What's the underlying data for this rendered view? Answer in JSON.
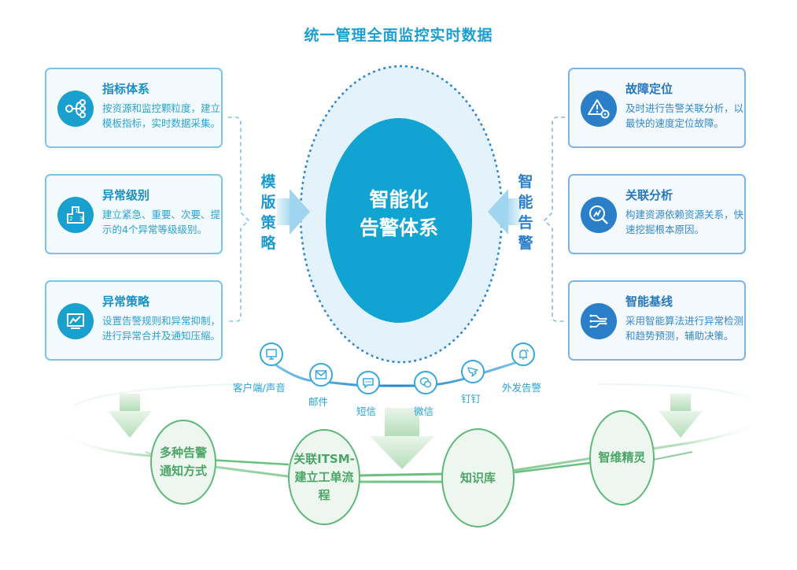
{
  "title": "统一管理全面监控实时数据",
  "colors": {
    "teal_primary": "#1aa0cf",
    "blue_primary": "#2a7fc8",
    "center_fill": "#11a3d1",
    "halo_fill": "#e4f3fb",
    "green_node": "#5fb877",
    "green_fill": "#eef7ef"
  },
  "left_cards": [
    {
      "title": "指标体系",
      "desc": "按资源和监控颗粒度，建立模板指标，实时数据采集。",
      "icon": "hierarchy-icon"
    },
    {
      "title": "异常级别",
      "desc": "建立紧急、重要、次要、提示的4个异常等级级别。",
      "icon": "podium-icon"
    },
    {
      "title": "异常策略",
      "desc": "设置告警规则和异常抑制，进行异常合并及通知压缩。",
      "icon": "monitor-chart-icon"
    }
  ],
  "right_cards": [
    {
      "title": "故障定位",
      "desc": "及时进行告警关联分析，以最快的速度定位故障。",
      "icon": "warning-gear-icon"
    },
    {
      "title": "关联分析",
      "desc": "构建资源依赖资源关系，快速挖掘根本原因。",
      "icon": "magnifier-trend-icon"
    },
    {
      "title": "智能基线",
      "desc": "采用智能算法进行异常检测和趋势预测，辅助决策。",
      "icon": "branching-lines-icon"
    }
  ],
  "left_vertical_label": [
    "模",
    "版",
    "策",
    "略"
  ],
  "right_vertical_label": [
    "智",
    "能",
    "告",
    "警"
  ],
  "center": {
    "line1": "智能化",
    "line2": "告警体系"
  },
  "channels": [
    {
      "label": "客户端/声音",
      "icon": "desktop-icon"
    },
    {
      "label": "邮件",
      "icon": "mail-icon"
    },
    {
      "label": "短信",
      "icon": "sms-icon"
    },
    {
      "label": "微信",
      "icon": "wechat-icon"
    },
    {
      "label": "钉钉",
      "icon": "dingtalk-icon"
    },
    {
      "label": "外发告警",
      "icon": "bell-icon"
    }
  ],
  "bottom_nodes": [
    {
      "line1": "多种告警",
      "line2": "通知方式"
    },
    {
      "line1": "关联ITSM-",
      "line2": "建立工单流程"
    },
    {
      "line1": "知识库",
      "line2": ""
    },
    {
      "line1": "智维精灵",
      "line2": ""
    }
  ]
}
